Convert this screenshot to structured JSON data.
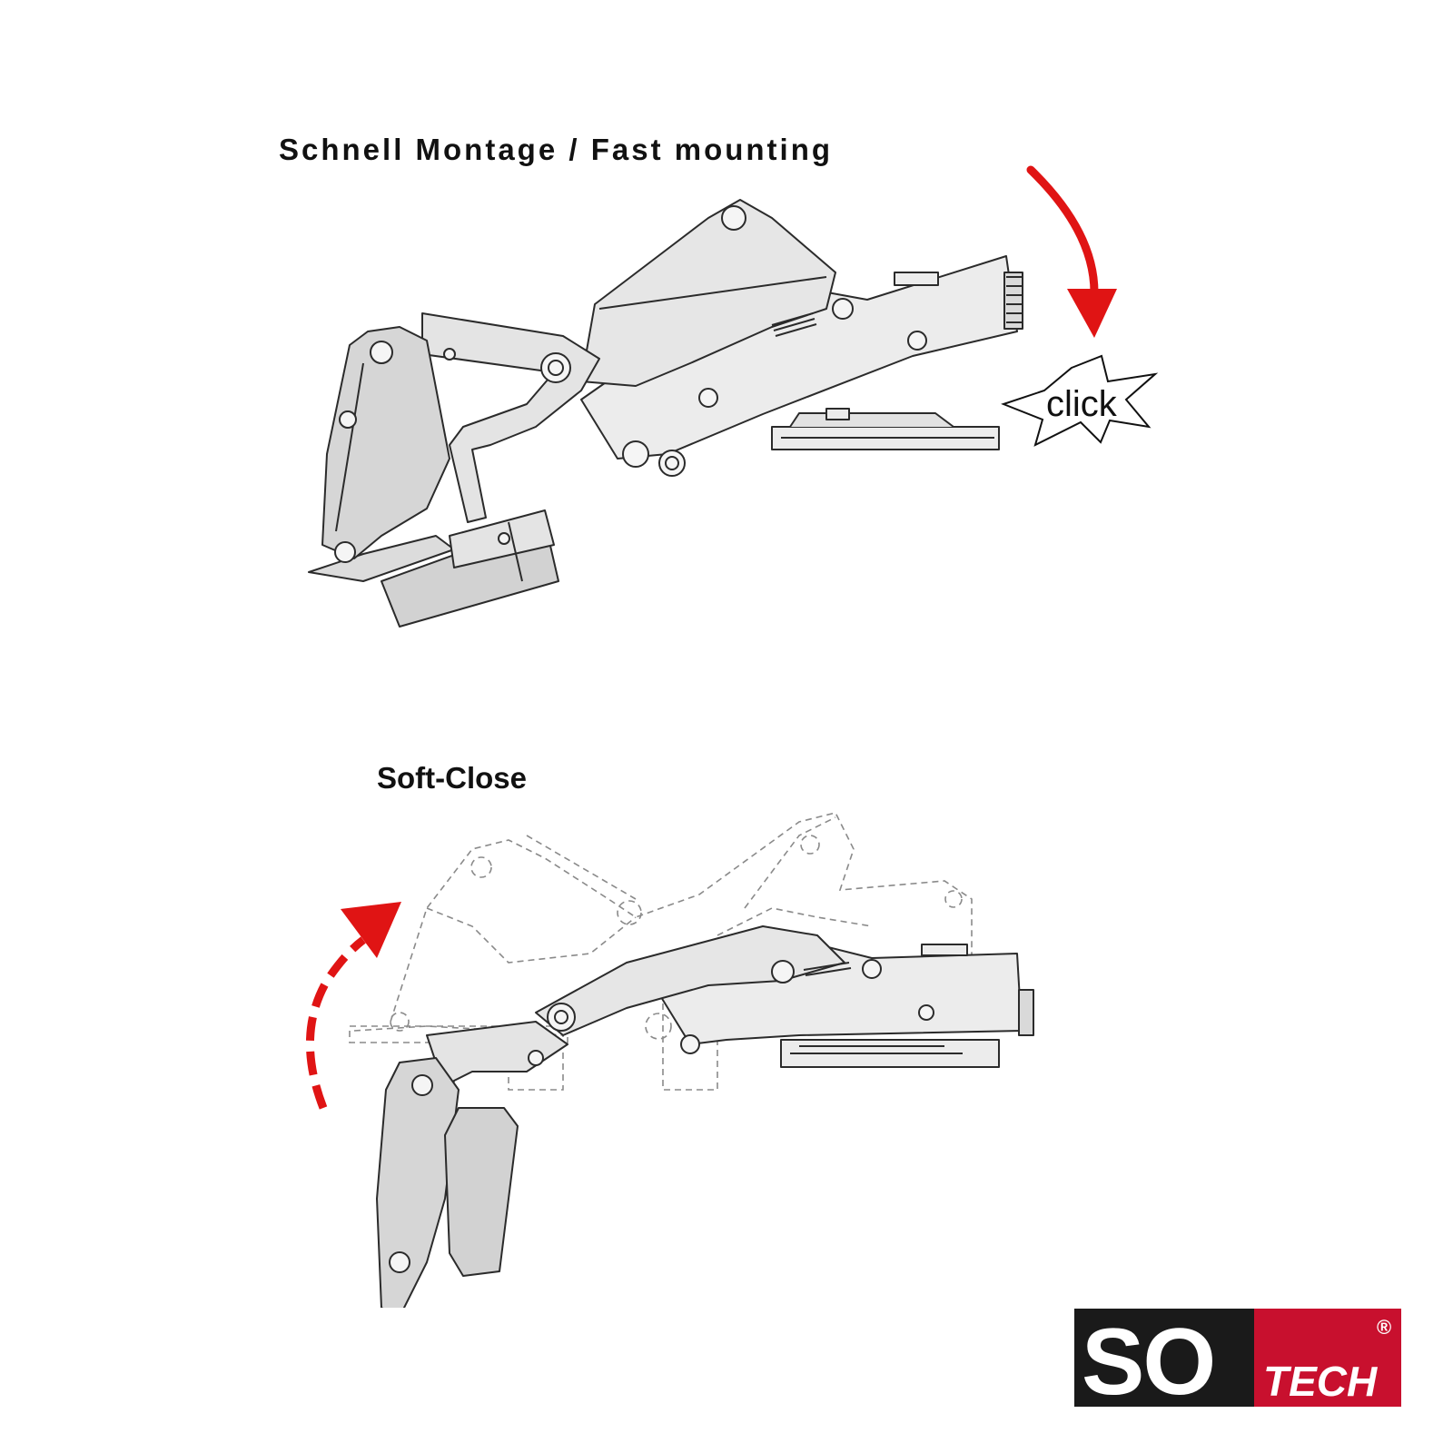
{
  "section_fast": {
    "title": "Schnell Montage / Fast mounting",
    "callout": "click"
  },
  "section_soft": {
    "title": "Soft-Close"
  },
  "logo": {
    "primary": "SO",
    "secondary": "TECH",
    "registered": "®"
  },
  "icons": [
    "arrow-down-right-icon",
    "click-burst-icon",
    "arrow-up-dashed-icon",
    "registered-mark-icon"
  ],
  "colors": {
    "accent_red": "#e01414",
    "line": "#2b2b2b",
    "fill_light": "#ececec",
    "fill_mid": "#d9d9d9",
    "logo_bg": "#1a1a1a",
    "logo_red": "#c8102e"
  }
}
